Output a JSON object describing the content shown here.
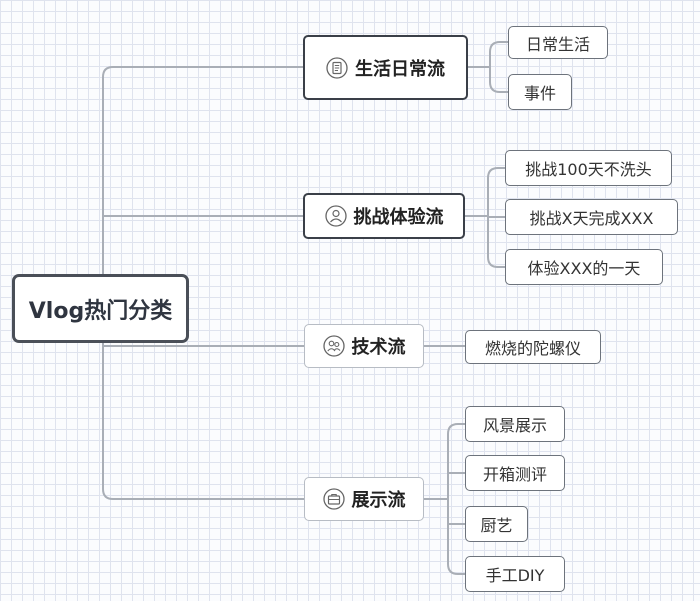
{
  "root": {
    "label": "Vlog热门分类"
  },
  "branches": [
    {
      "label": "生活日常流",
      "icon": "document-icon",
      "items": [
        "日常生活",
        "事件"
      ]
    },
    {
      "label": "挑战体验流",
      "icon": "person-icon",
      "items": [
        "挑战100天不洗头",
        "挑战X天完成XXX",
        "体验XXX的一天"
      ]
    },
    {
      "label": "技术流",
      "icon": "people-icon",
      "items": [
        "燃烧的陀螺仪"
      ]
    },
    {
      "label": "展示流",
      "icon": "briefcase-icon",
      "items": [
        "风景展示",
        "开箱测评",
        "厨艺",
        "手工DIY"
      ]
    }
  ],
  "colors": {
    "connector": "#a9aeb6",
    "node_border_dark": "#3a3f48",
    "node_border_light": "#b7bcc4"
  }
}
